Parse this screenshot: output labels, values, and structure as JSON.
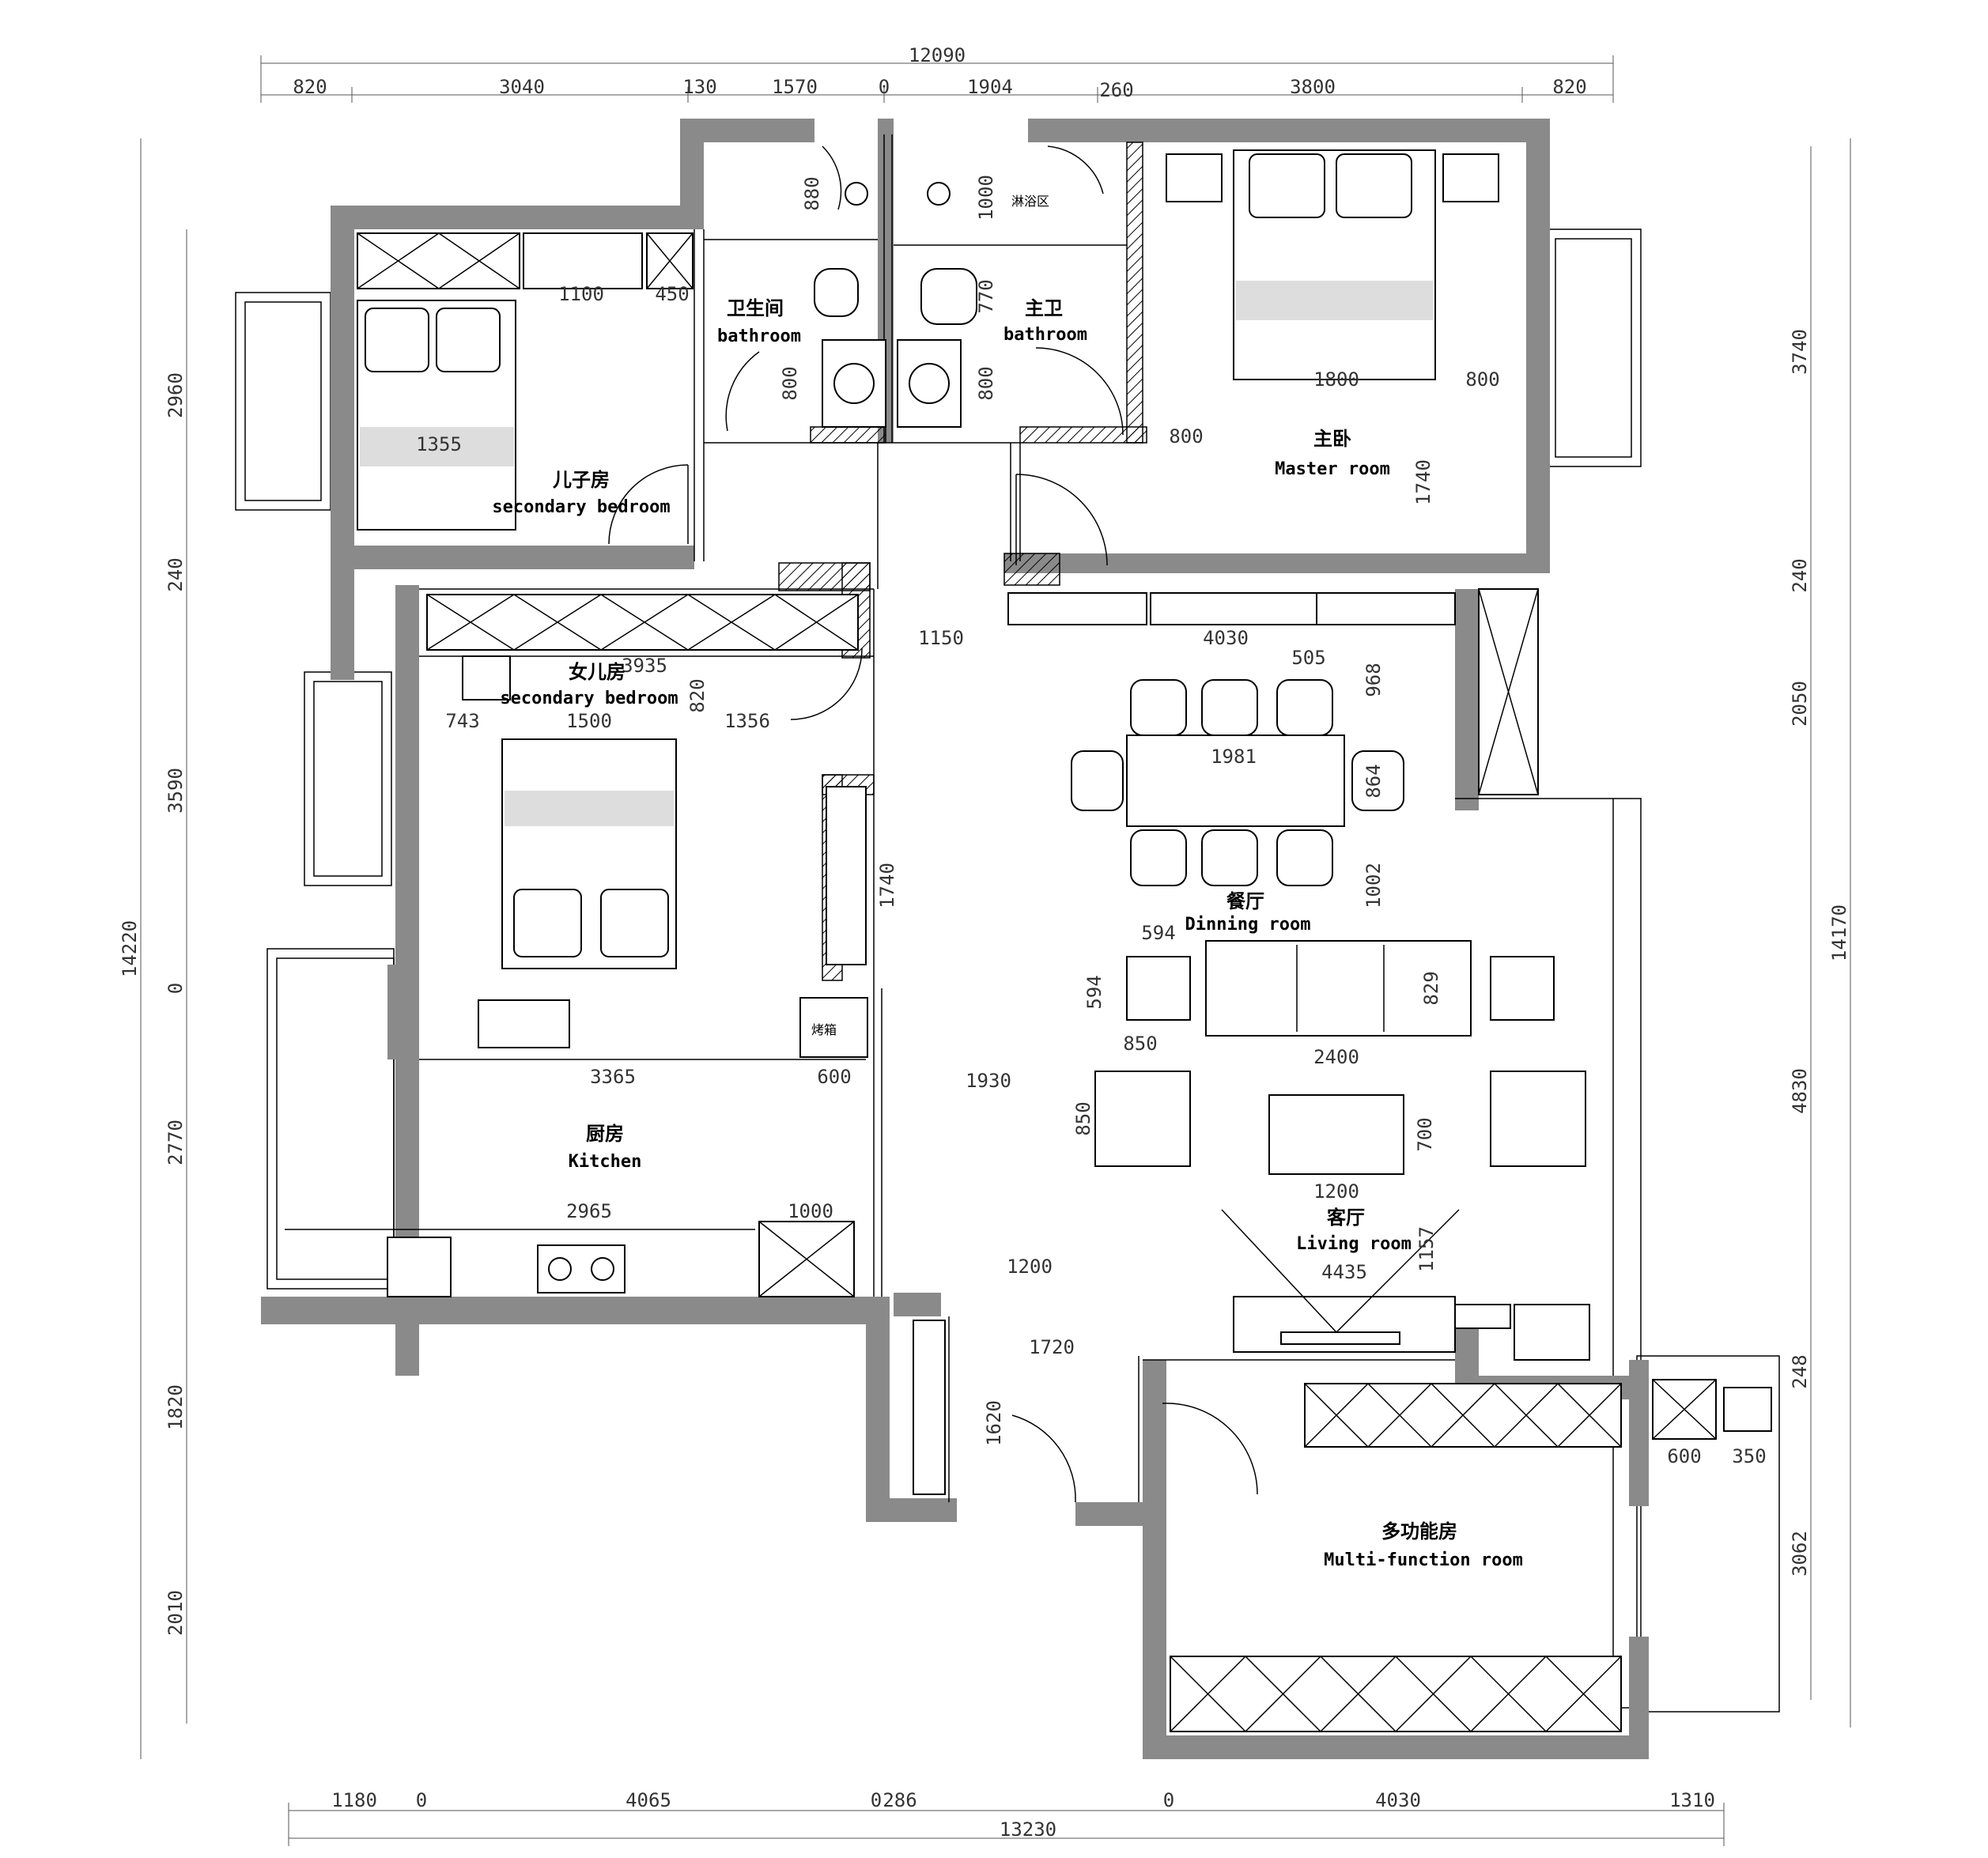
{
  "dimensions": {
    "top_total": "12090",
    "top": [
      "820",
      "3040",
      "130",
      "1570",
      "0",
      "1904",
      "260",
      "3800",
      "820"
    ],
    "bottom_total": "13230",
    "bottom": [
      "1180",
      "0",
      "4065",
      "0",
      "286",
      "0",
      "4030",
      "1310"
    ],
    "left_total": "14220",
    "left": [
      "2960",
      "240",
      "3590",
      "0",
      "2770",
      "1820",
      "2010"
    ],
    "right_total": "14170",
    "right": [
      "3740",
      "240",
      "2050",
      "4830",
      "248",
      "3062"
    ]
  },
  "interior_dims": {
    "d1100": "1100",
    "d450": "450",
    "d1355": "1355",
    "d880": "880",
    "d1000": "1000",
    "d770": "770",
    "d800a": "800",
    "d800b": "800",
    "d1800": "1800",
    "d800c": "800",
    "d800d": "800",
    "d1740a": "1740",
    "d1150": "1150",
    "d4030": "4030",
    "d505": "505",
    "d968": "968",
    "d3935": "3935",
    "d820": "820",
    "d743": "743",
    "d1500": "1500",
    "d1356": "1356",
    "d1981": "1981",
    "d864": "864",
    "d1002": "1002",
    "d1740b": "1740",
    "d594a": "594",
    "d594b": "594",
    "d850a": "850",
    "d829": "829",
    "d2400": "2400",
    "d3365": "3365",
    "d600a": "600",
    "d1930": "1930",
    "d850b": "850",
    "d700": "700",
    "d1200a": "1200",
    "d2965": "2965",
    "d1000b": "1000",
    "d1157": "1157",
    "d1200b": "1200",
    "d4435": "4435",
    "d1720": "1720",
    "d1620": "1620",
    "d600b": "600",
    "d350": "350"
  },
  "rooms": {
    "son_cn": "儿子房",
    "son_en": "secondary bedroom",
    "wc_cn": "卫生间",
    "wc_en": "bathroom",
    "master_bath_cn": "主卫",
    "master_bath_en": "bathroom",
    "shower": "淋浴区",
    "master_cn": "主卧",
    "master_en": "Master room",
    "daughter_cn": "女儿房",
    "daughter_en": "secondary bedroom",
    "dining_cn": "餐厅",
    "dining_en": "Dinning room",
    "kitchen_cn": "厨房",
    "kitchen_en": "Kitchen",
    "oven": "烤箱",
    "living_cn": "客厅",
    "living_en": "Living room",
    "multi_cn": "多功能房",
    "multi_en": "Multi-function room"
  },
  "colors": {
    "wall": "#8a8a8a",
    "line": "#000000"
  }
}
